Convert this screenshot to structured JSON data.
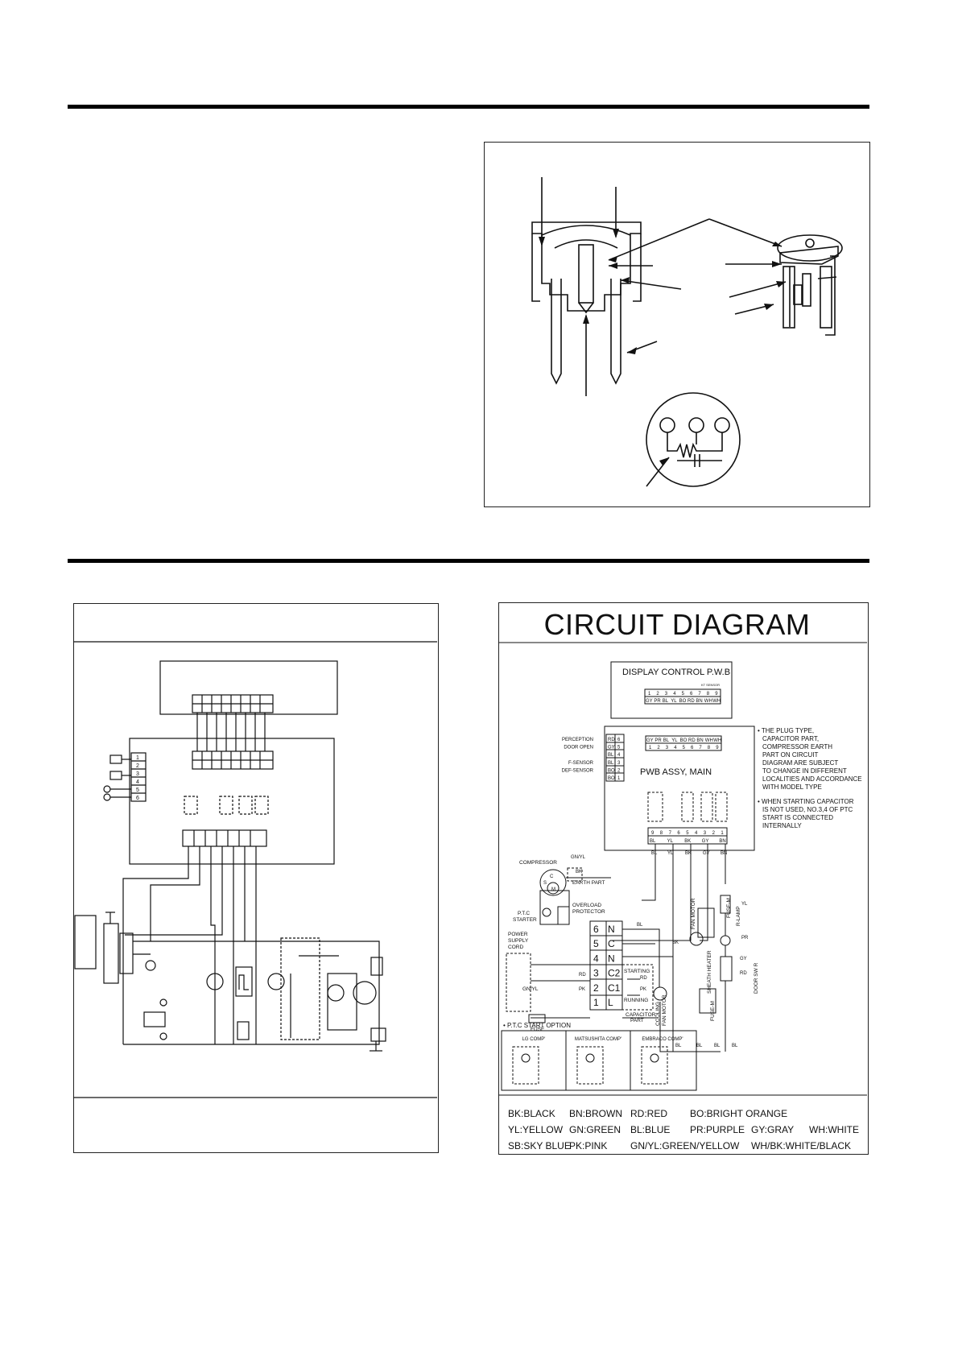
{
  "circuit_title": "CIRCUIT DIAGRAM",
  "display_pwb_label": "DISPLAY CONTROL P.W.B",
  "sensor_note": "KT SENSOR",
  "pwb_main_label": "PWB ASSY, MAIN",
  "top_connector": {
    "colors": [
      "GY",
      "PR",
      "BL",
      "YL",
      "BO",
      "RD",
      "BN",
      "WH",
      "WH"
    ],
    "numbers": [
      "1",
      "2",
      "3",
      "4",
      "5",
      "6",
      "7",
      "8",
      "9"
    ]
  },
  "left_connector": [
    {
      "label": "PERCEPTION",
      "color": "RD",
      "pin": "6"
    },
    {
      "label": "DOOR OPEN",
      "color": "GY",
      "pin": "5"
    },
    {
      "label": "",
      "color": "BL",
      "pin": "4"
    },
    {
      "label": "F-SENSOR",
      "color": "BL",
      "pin": "3"
    },
    {
      "label": "DEF-SENSOR",
      "color": "BO",
      "pin": "2"
    },
    {
      "label": "",
      "color": "BO",
      "pin": "1"
    }
  ],
  "bottom_connector": {
    "numbers": [
      "9",
      "8",
      "7",
      "6",
      "5",
      "4",
      "3",
      "2",
      "1"
    ],
    "colors": [
      "BL",
      "",
      "YL",
      "",
      "BK",
      "",
      "GY",
      "",
      "BN"
    ]
  },
  "notes": [
    "• THE PLUG TYPE,",
    "CAPACITOR PART,",
    "COMPRESSOR EARTH",
    "PART ON CIRCUIT",
    "DIAGRAM ARE SUBJECT",
    "TO CHANGE IN DIFFERENT",
    "LOCALITIES AND ACCORDANCE",
    "WITH MODEL TYPE",
    "• WHEN STARTING CAPACITOR",
    "IS NOT USED, NO.3,4 OF PTC",
    "START IS CONNECTED",
    "INTERNALLY"
  ],
  "wire_labels": {
    "bl": "BL",
    "yl": "YL",
    "bk": "BK",
    "gy": "GY",
    "bn": "BN",
    "pk": "PK",
    "rd": "RD",
    "pr": "PR",
    "gnyl": "GN/YL",
    "wh": "WH"
  },
  "components": {
    "compressor": "COMPRESSOR",
    "earth_part": "EARTH PART",
    "overload": "OVERLOAD",
    "protector": "PROTECTOR",
    "ptc": "P.T.C",
    "starter": "STARTER",
    "power_supply": "POWER",
    "supply": "SUPPLY",
    "cord": "CORD",
    "fuse": "FUSE",
    "gnyl": "GN/YL",
    "starting": "STARTING",
    "running": "RUNNING",
    "capacitor": "CAPACITOR",
    "part": "PART",
    "fan_motor": "FAN MOTOR",
    "cooling": "COOLING",
    "fuse_m": "FUSE-M",
    "sheath_heater": "SHEATH HEATER",
    "r_lamp": "R-LAMP",
    "door_sw": "DOOR SW R"
  },
  "terminal_block": [
    {
      "num": "6",
      "letter": "N"
    },
    {
      "num": "5",
      "letter": "C"
    },
    {
      "num": "4",
      "letter": "N"
    },
    {
      "num": "3",
      "letter": "C2"
    },
    {
      "num": "2",
      "letter": "C1"
    },
    {
      "num": "1",
      "letter": "L"
    }
  ],
  "comp_pins": {
    "c": "C",
    "s": "S",
    "m": "M"
  },
  "ptc_option": {
    "title": "• P.T.C START OPTION",
    "options": [
      "LG COMP'",
      "MATSUSHITA COMP'",
      "EMBRACO COMP'"
    ]
  },
  "color_legend": [
    [
      "BK:BLACK",
      "BN:BROWN",
      "RD:RED",
      "BO:BRIGHT ORANGE",
      ""
    ],
    [
      "YL:YELLOW",
      "GN:GREEN",
      "BL:BLUE",
      "PR:PURPLE",
      "GY:GRAY",
      "WH:WHITE"
    ],
    [
      "SB:SKY BLUE",
      "PK:PINK",
      "GN/YL:GREEN/YELLOW",
      "",
      "WH/BK:WHITE/BLACK"
    ]
  ],
  "left_schematic_rows": [
    "1",
    "2",
    "3",
    "4",
    "5",
    "6"
  ]
}
